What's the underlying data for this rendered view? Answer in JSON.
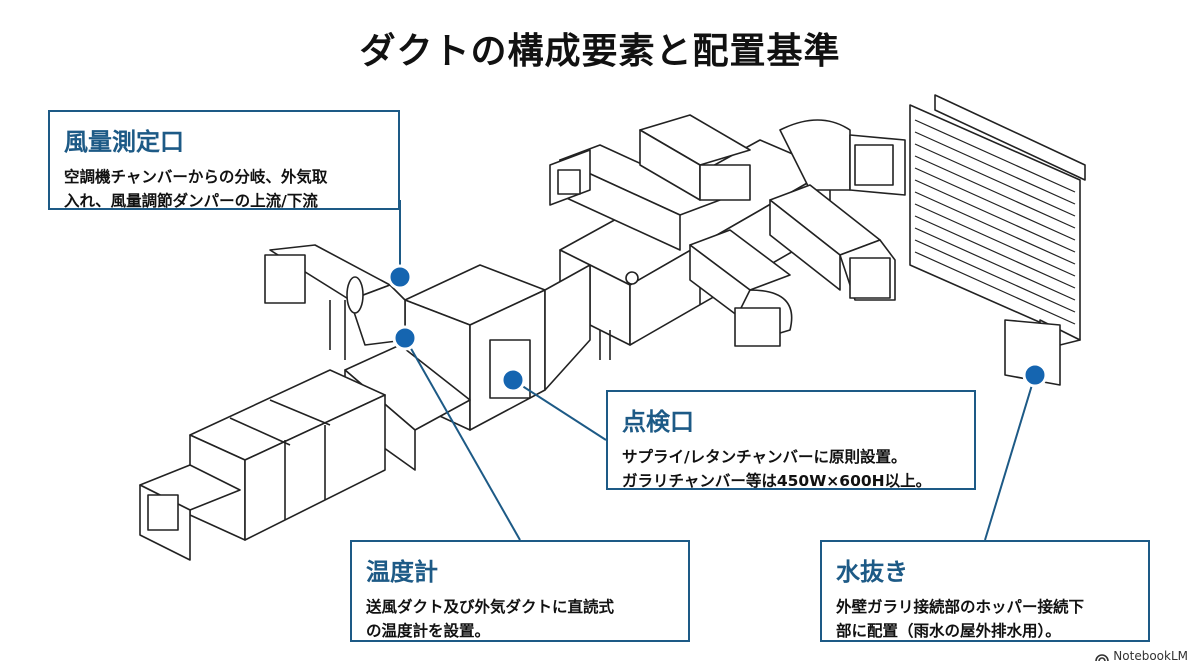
{
  "title": "ダクトの構成要素と配置基準",
  "callouts": {
    "airflow": {
      "heading": "風量測定口",
      "text": "空調機チャンバーからの分岐、外気取\n入れ、風量調節ダンパーの上流/下流"
    },
    "inspection": {
      "heading": "点検口",
      "text": "サプライ/レタンチャンバーに原則設置。\nガラリチャンバー等は450W×600H以上。"
    },
    "thermometer": {
      "heading": "温度計",
      "text": "送風ダクト及び外気ダクトに直読式\nの温度計を設置。"
    },
    "drain": {
      "heading": "水抜き",
      "text": "外壁ガラリ接続部のホッパー接続下\n部に配置（雨水の屋外排水用）。"
    }
  },
  "brand": {
    "label": "NotebookLM"
  },
  "colors": {
    "accent": "#1d5a86",
    "line": "#222222",
    "marker": "#1565b0"
  },
  "icons": {
    "brand": "notebooklm-logo-icon",
    "marker": "location-marker-icon"
  }
}
